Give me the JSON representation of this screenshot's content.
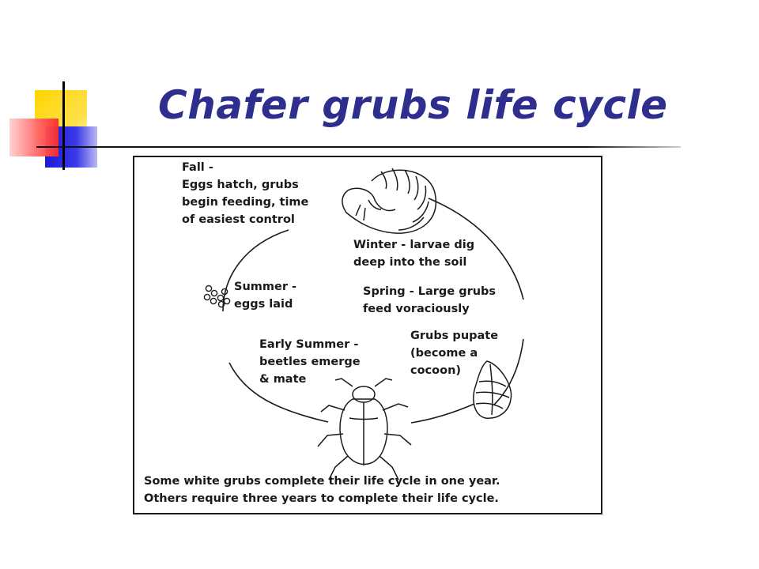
{
  "slide": {
    "title": "Chafer grubs life cycle"
  },
  "diagram": {
    "stages": {
      "fall": [
        "Fall -",
        "Eggs hatch, grubs",
        "begin feeding, time",
        "of easiest control"
      ],
      "winter": [
        "Winter - larvae dig",
        "deep into the soil"
      ],
      "spring": [
        "Spring - Large grubs",
        "feed voraciously"
      ],
      "pupate": [
        "Grubs pupate",
        "(become a",
        "cocoon)"
      ],
      "early_summer": [
        "Early Summer -",
        "beetles emerge",
        "& mate"
      ],
      "summer": [
        "Summer -",
        "eggs laid"
      ]
    },
    "note": [
      "Some white grubs complete their life cycle in one year.",
      "Others require three years to complete their life cycle."
    ],
    "icons": [
      "grub-icon",
      "pupa-icon",
      "beetle-icon",
      "eggs-icon"
    ]
  },
  "colors": {
    "title": "#2e2e8e",
    "accent_yellow": "#ffd400",
    "accent_blue": "#1b1bd6",
    "accent_red": "#ff2a2a",
    "ink": "#1a1a1a"
  }
}
